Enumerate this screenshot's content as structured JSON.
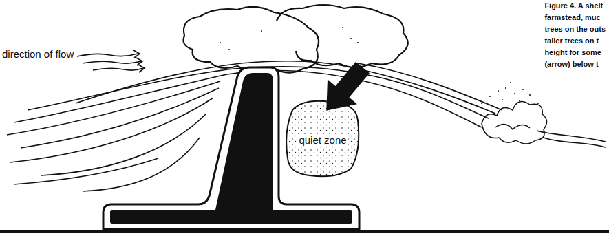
{
  "diagram": {
    "nodes": [
      {
        "text": [
          "quiet zone"
        ]
      }
    ],
    "labels": [
      "Figure 4. A shelt",
      "farmstead, muc",
      "trees on the outs",
      "taller trees on t",
      "height for some",
      "(arrow) below t",
      "direction of flow"
    ]
  }
}
